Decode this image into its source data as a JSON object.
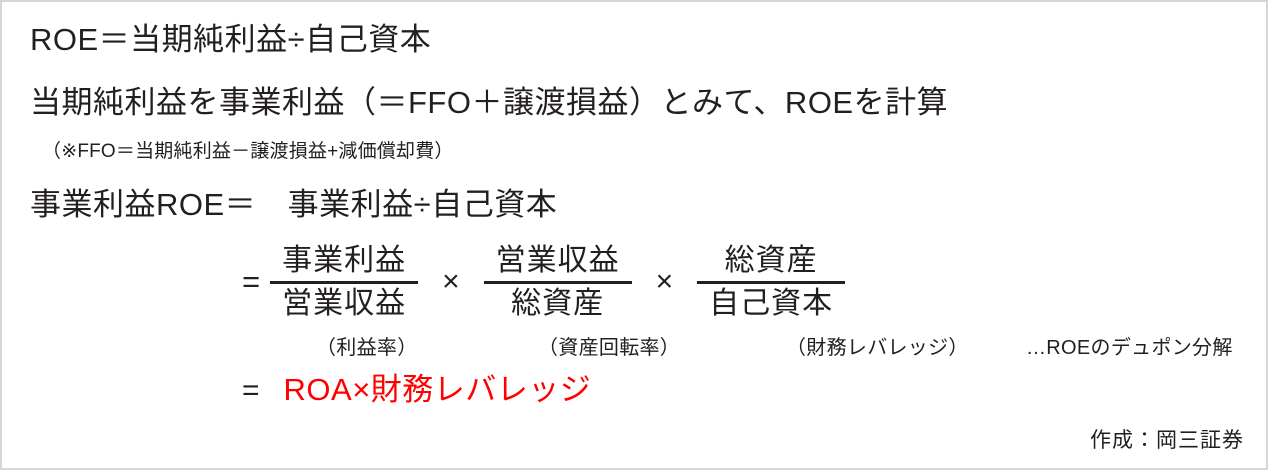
{
  "document": {
    "border_color": "#d6d6d6",
    "text_color": "#231f20",
    "accent_color": "#ff0000"
  },
  "lines": {
    "roe_definition": "ROE＝当期純利益÷自己資本",
    "business_profit_statement": "当期純利益を事業利益（＝FFO＋譲渡損益）とみて、ROEを計算",
    "ffo_note": "（※FFO＝当期純利益－譲渡損益+減価償却費）",
    "business_roe_heading": "事業利益ROE＝　事業利益÷自己資本"
  },
  "formula": {
    "equals_sign": "=",
    "multiply_sign": "×",
    "fractions": [
      {
        "numerator": "事業利益",
        "denominator": "営業収益",
        "caption": "（利益率）"
      },
      {
        "numerator": "営業収益",
        "denominator": "総資産",
        "caption": "（資産回転率）"
      },
      {
        "numerator": "総資産",
        "denominator": "自己資本",
        "caption": "（財務レバレッジ）"
      }
    ],
    "annotation": "…ROEのデュポン分解"
  },
  "result": {
    "equals_sign": "=",
    "text": "ROA×財務レバレッジ"
  },
  "footer": {
    "credit": "作成：岡三証券"
  }
}
